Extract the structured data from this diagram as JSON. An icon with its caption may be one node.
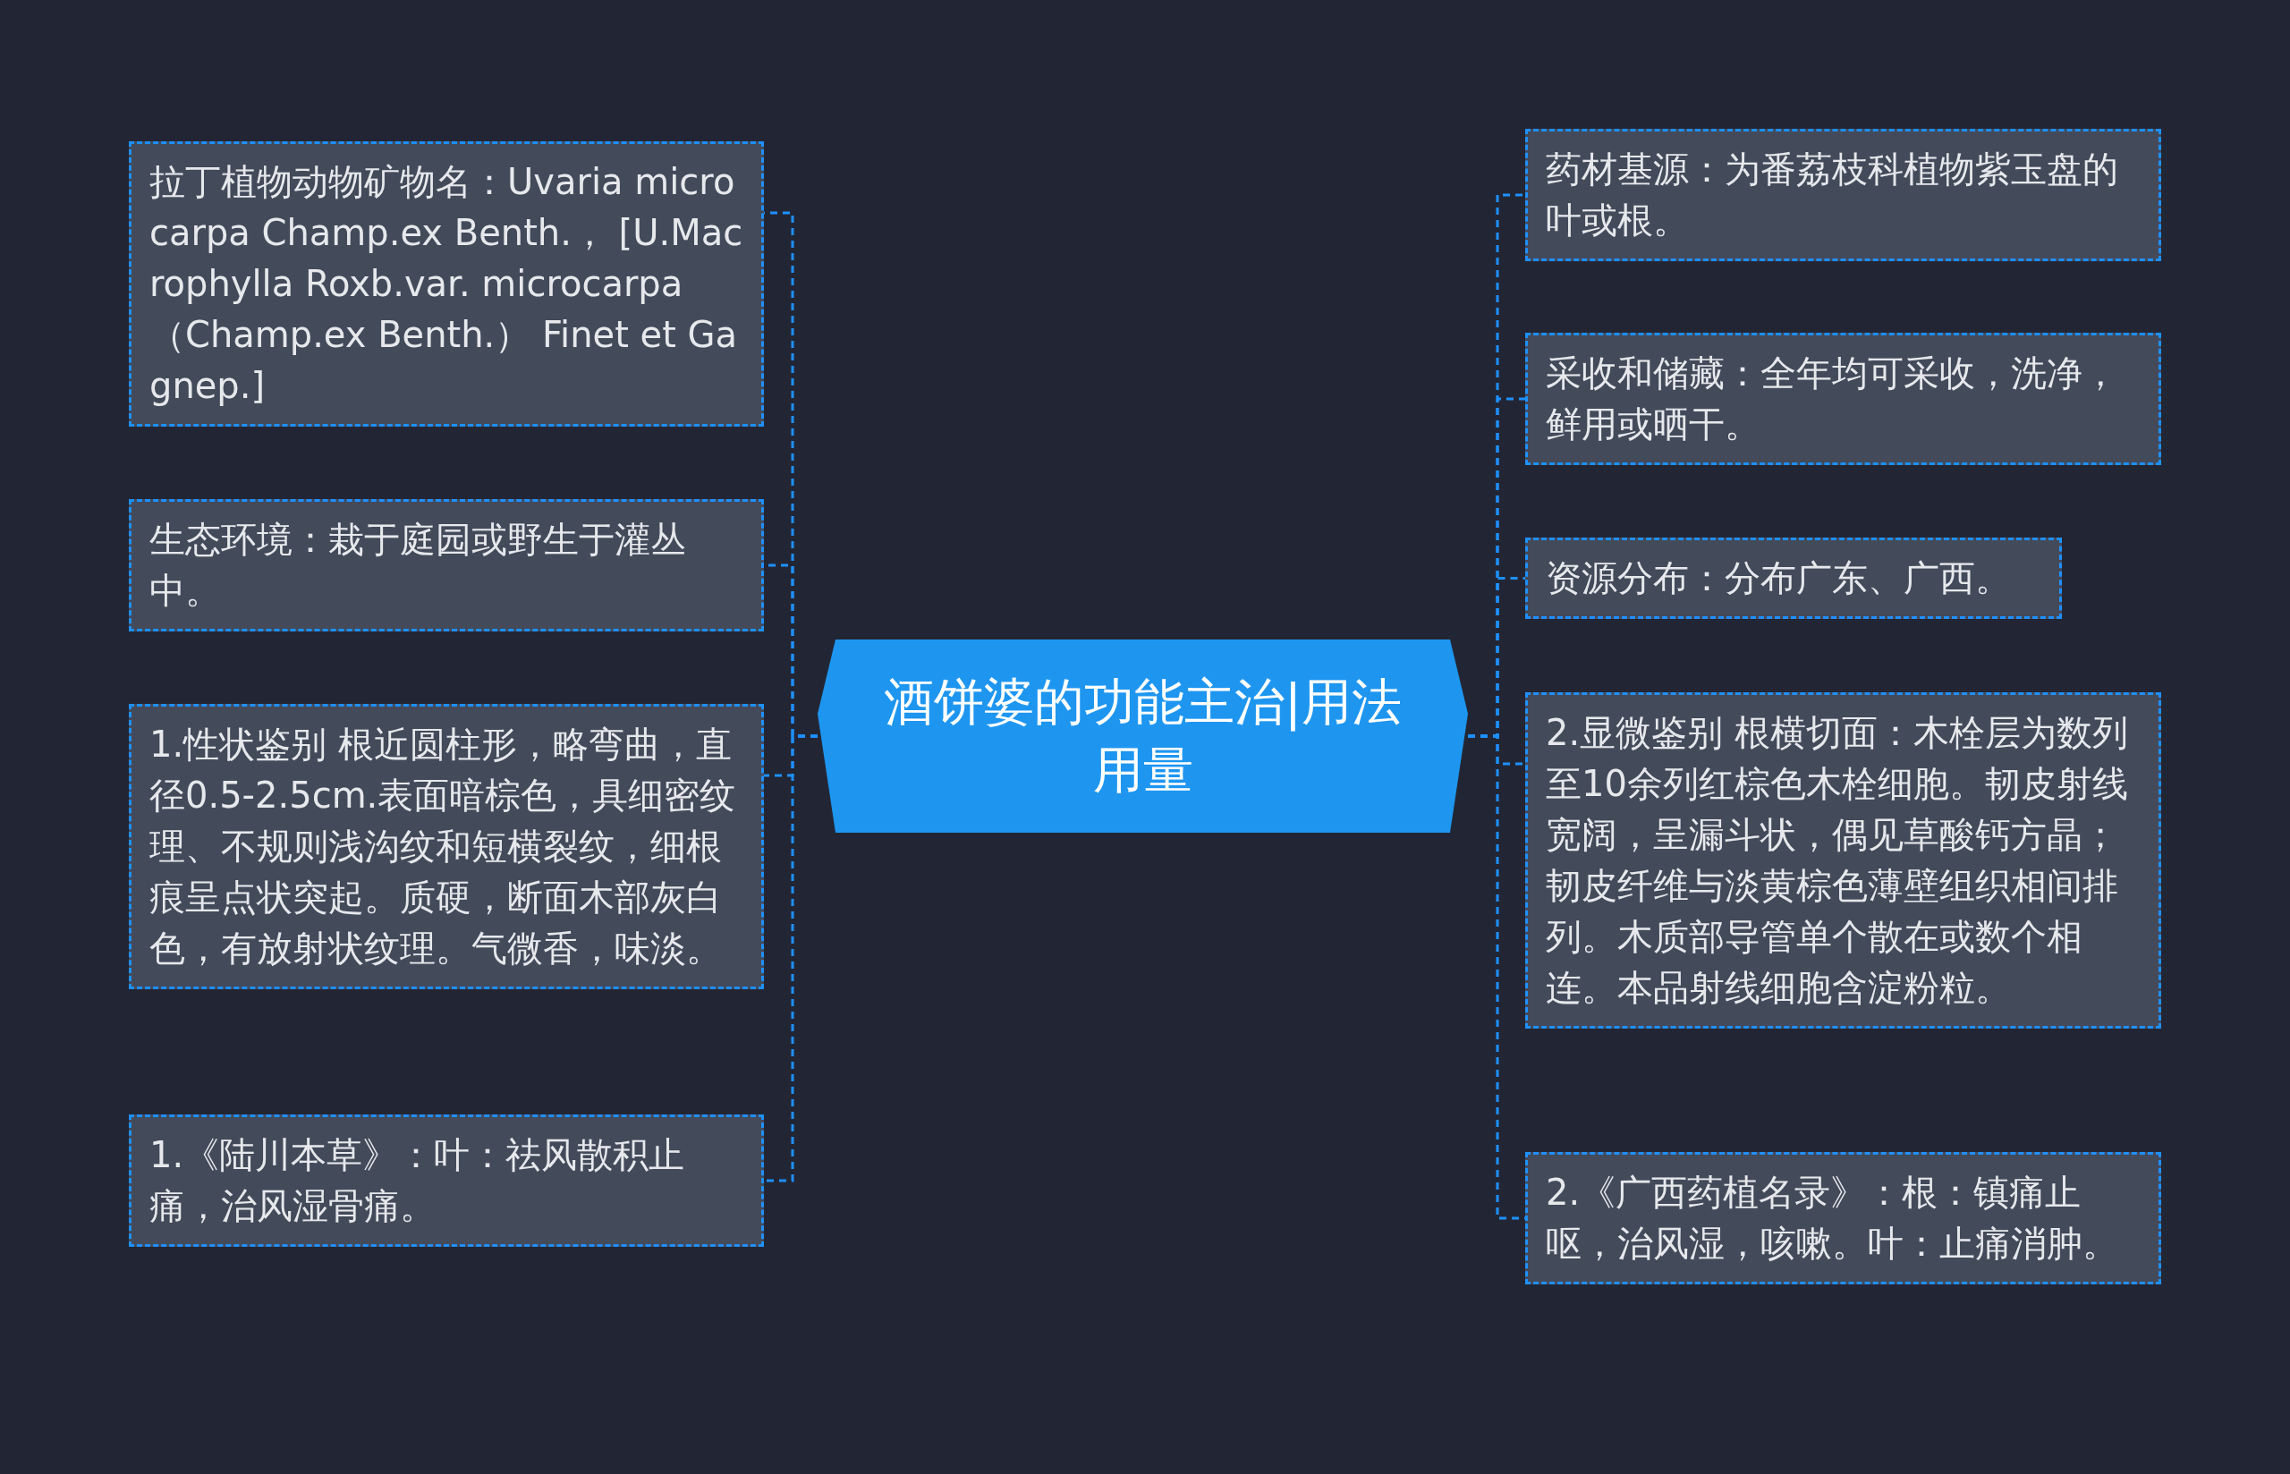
{
  "diagram": {
    "nodes": [
      {
        "text": [
          "酒饼婆的功能主治|用法用量"
        ]
      },
      {
        "text": [
          "拉丁植物动物矿物名：Uvaria microcarpa Champ.ex Benth.， [U.Macrophylla Roxb.var. microcarpa（Champ.ex Benth.） Finet et Gagnep.]"
        ]
      },
      {
        "text": [
          "生态环境：栽于庭园或野生于灌丛中。"
        ]
      },
      {
        "text": [
          "1.性状鉴别 根近圆柱形，略弯曲，直径0.5-2.5cm.表面暗棕色，具细密纹理、不规则浅沟纹和短横裂纹，细根痕呈点状突起。质硬，断面木部灰白色，有放射状纹理。气微香，味淡。"
        ]
      },
      {
        "text": [
          "1.《陆川本草》：叶：祛风散积止痛，治风湿骨痛。"
        ]
      },
      {
        "text": [
          "药材基源：为番荔枝科植物紫玉盘的叶或根。"
        ]
      },
      {
        "text": [
          "采收和储藏：全年均可采收，洗净，鲜用或晒干。"
        ]
      },
      {
        "text": [
          "资源分布：分布广东、广西。"
        ]
      },
      {
        "text": [
          "2.显微鉴别 根横切面：木栓层为数列至10余列红棕色木栓细胞。韧皮射线宽阔，呈漏斗状，偶见草酸钙方晶；韧皮纤维与淡黄棕色薄壁组织相间排列。木质部导管单个散在或数个相连。本品射线细胞含淀粉粒。"
        ]
      },
      {
        "text": [
          "2.《广西药植名录》：根：镇痛止呕，治风湿，咳嗽。叶：止痛消肿。"
        ]
      }
    ],
    "edges": [
      {
        "from": 0,
        "to": 1,
        "arrow": "none",
        "style": "dashed"
      },
      {
        "from": 0,
        "to": 2,
        "arrow": "none",
        "style": "dashed"
      },
      {
        "from": 0,
        "to": 3,
        "arrow": "none",
        "style": "dashed"
      },
      {
        "from": 0,
        "to": 4,
        "arrow": "none",
        "style": "dashed"
      },
      {
        "from": 0,
        "to": 5,
        "arrow": "none",
        "style": "dashed"
      },
      {
        "from": 0,
        "to": 6,
        "arrow": "none",
        "style": "dashed"
      },
      {
        "from": 0,
        "to": 7,
        "arrow": "none",
        "style": "dashed"
      },
      {
        "from": 0,
        "to": 8,
        "arrow": "none",
        "style": "dashed"
      },
      {
        "from": 0,
        "to": 9,
        "arrow": "none",
        "style": "dashed"
      }
    ]
  }
}
